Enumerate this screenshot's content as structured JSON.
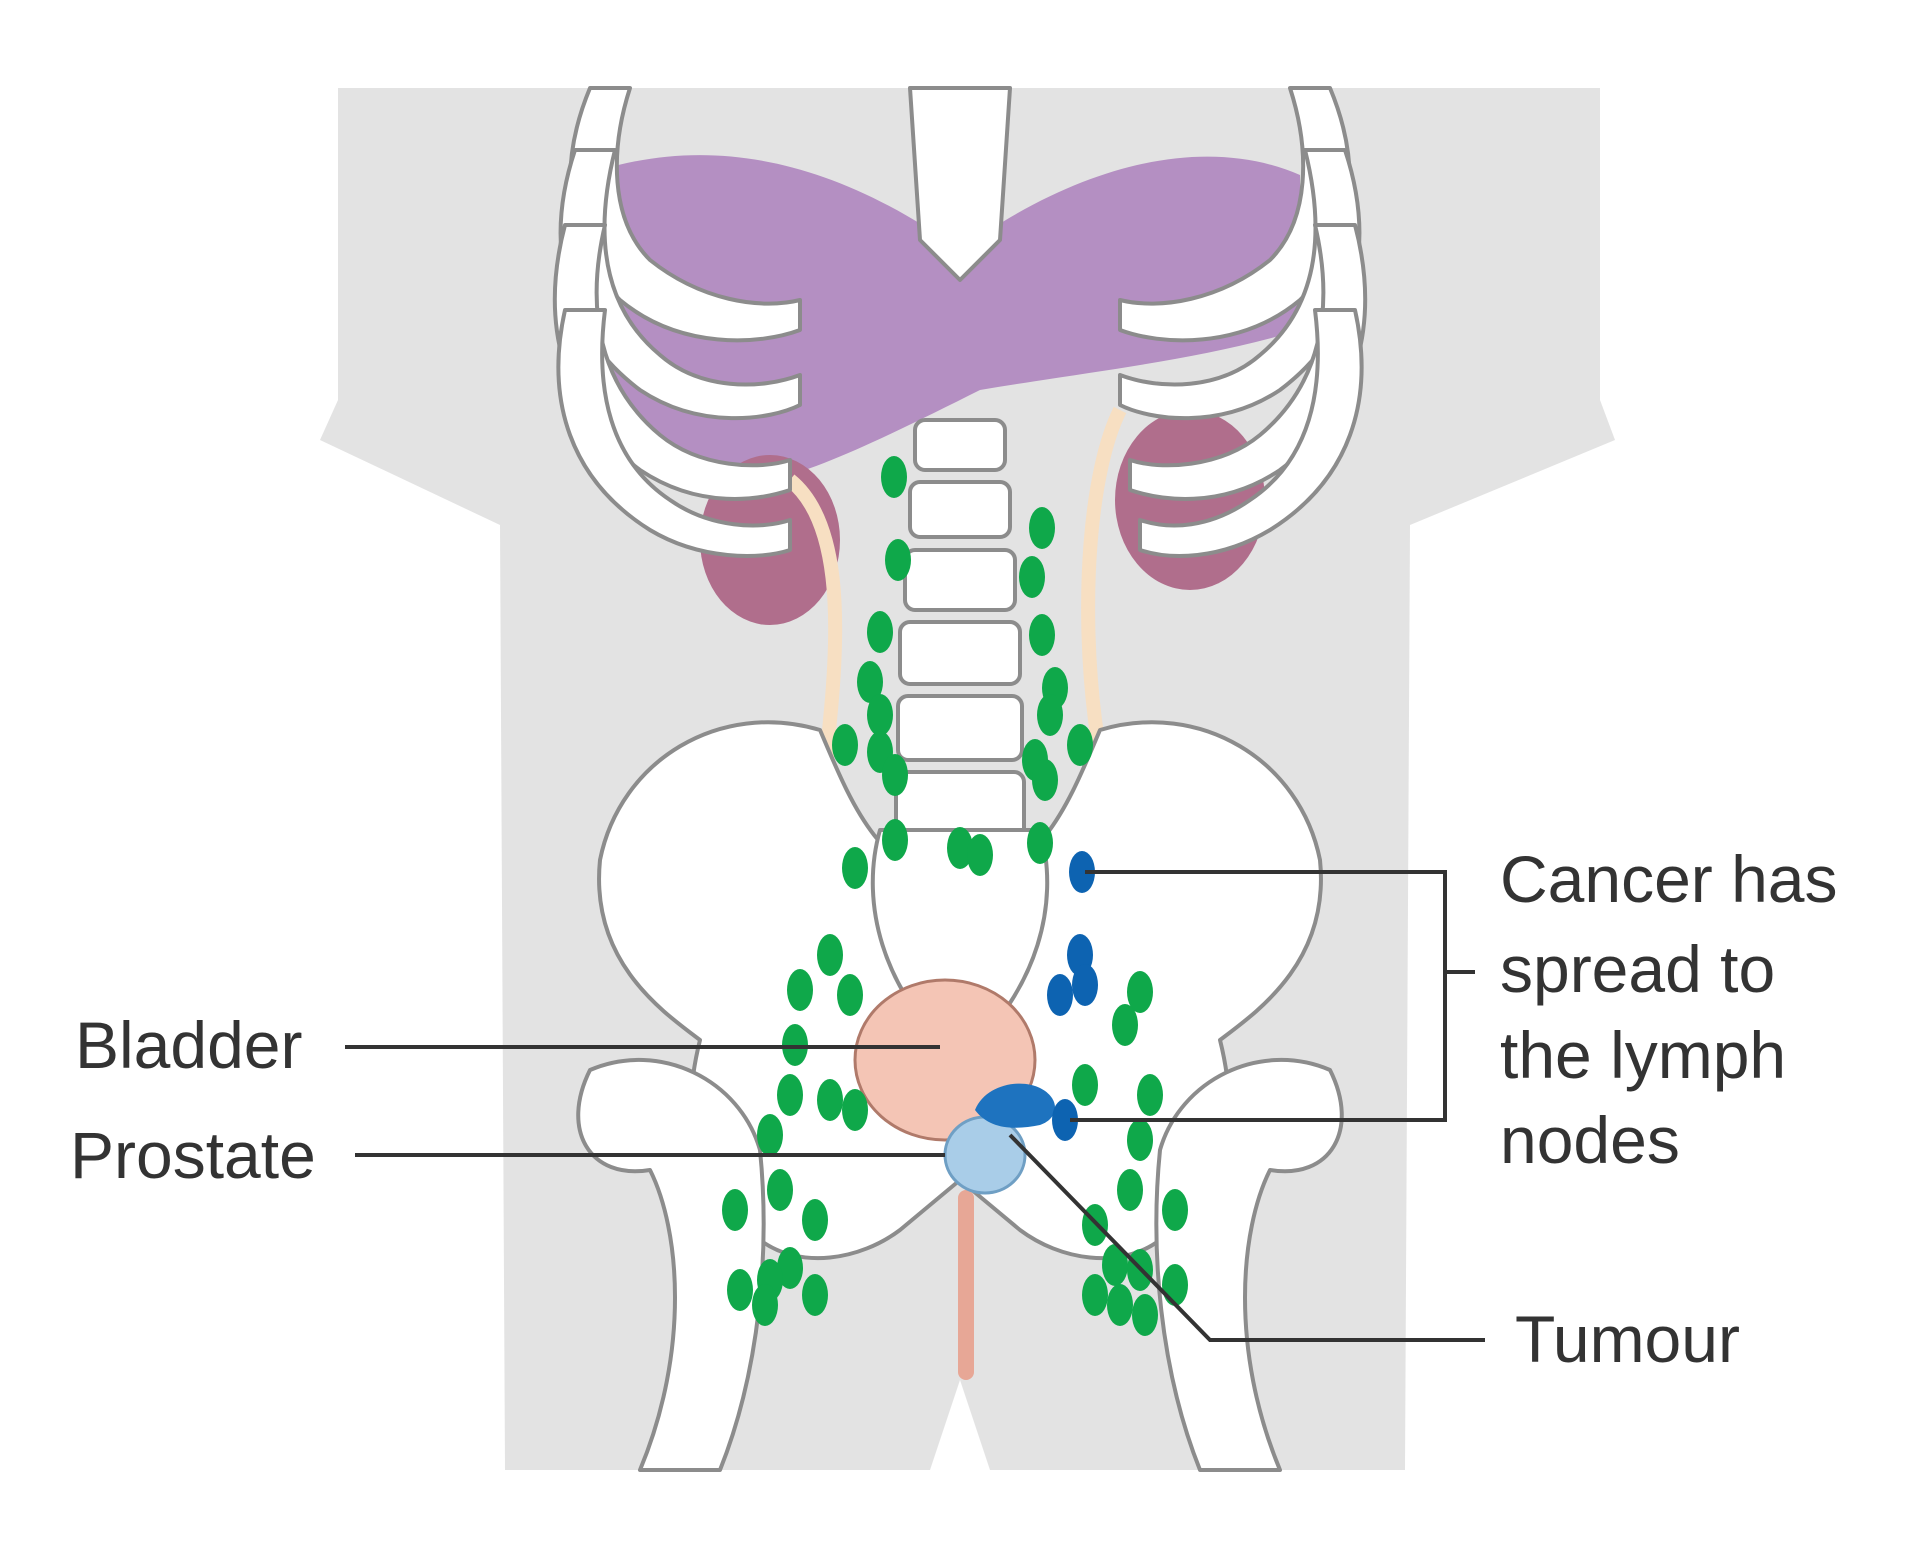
{
  "labels": {
    "bladder": "Bladder",
    "prostate": "Prostate",
    "tumour": "Tumour",
    "lymph_spread": [
      "Cancer has",
      "spread to",
      "the lymph",
      "nodes"
    ]
  },
  "colors": {
    "body": "#e3e3e3",
    "bone_fill": "#ffffff",
    "bone_outline": "#8c8c8c",
    "liver": "#b48fc2",
    "kidney": "#b06e8c",
    "ureter": "#f7dfc2",
    "bladder": "#f4c5b5",
    "prostate": "#a9cde8",
    "tumour": "#1e73bf",
    "lymph_node_normal": "#0fa84a",
    "lymph_node_cancer": "#0d63b1",
    "urethra": "#e7a796",
    "label_text": "#333333"
  },
  "icons": {
    "lymph_node_normal": "green-oval-node",
    "lymph_node_cancer": "blue-oval-node"
  }
}
